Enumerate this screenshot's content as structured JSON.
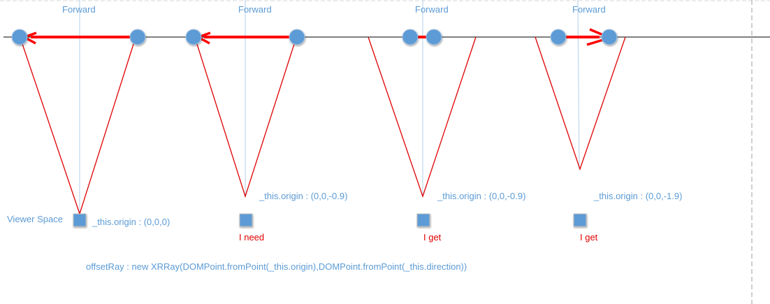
{
  "colors": {
    "label_blue": "#5b9bd5",
    "node_blue": "#5b9bd5",
    "arrow_red": "#ff0000",
    "frustum_red": "#e00000",
    "axis_black": "#000000",
    "forward_line": "#bdd7ee",
    "divider_gray": "#bfbfbf"
  },
  "panels": [
    {
      "forward_label": "Forward",
      "origin_label": "_this.origin : (0,0,0)",
      "caption": "",
      "side_label": "Viewer Space",
      "arrow_direction": "left"
    },
    {
      "forward_label": "Forward",
      "origin_label": "_this.origin : (0,0,-0.9)",
      "caption": "I need",
      "arrow_direction": "left"
    },
    {
      "forward_label": "Forward",
      "origin_label": "_this.origin : (0,0,-0.9)",
      "caption": "I get",
      "arrow_direction": "none"
    },
    {
      "forward_label": "Forward",
      "origin_label": "_this.origin : (0,0,-1.9)",
      "caption": "I get",
      "arrow_direction": "right"
    }
  ],
  "footer": {
    "code_text": "offsetRay : new XRRay(DOMPoint.fromPoint(_this.origin),DOMPoint.fromPoint(_this.direction))"
  }
}
